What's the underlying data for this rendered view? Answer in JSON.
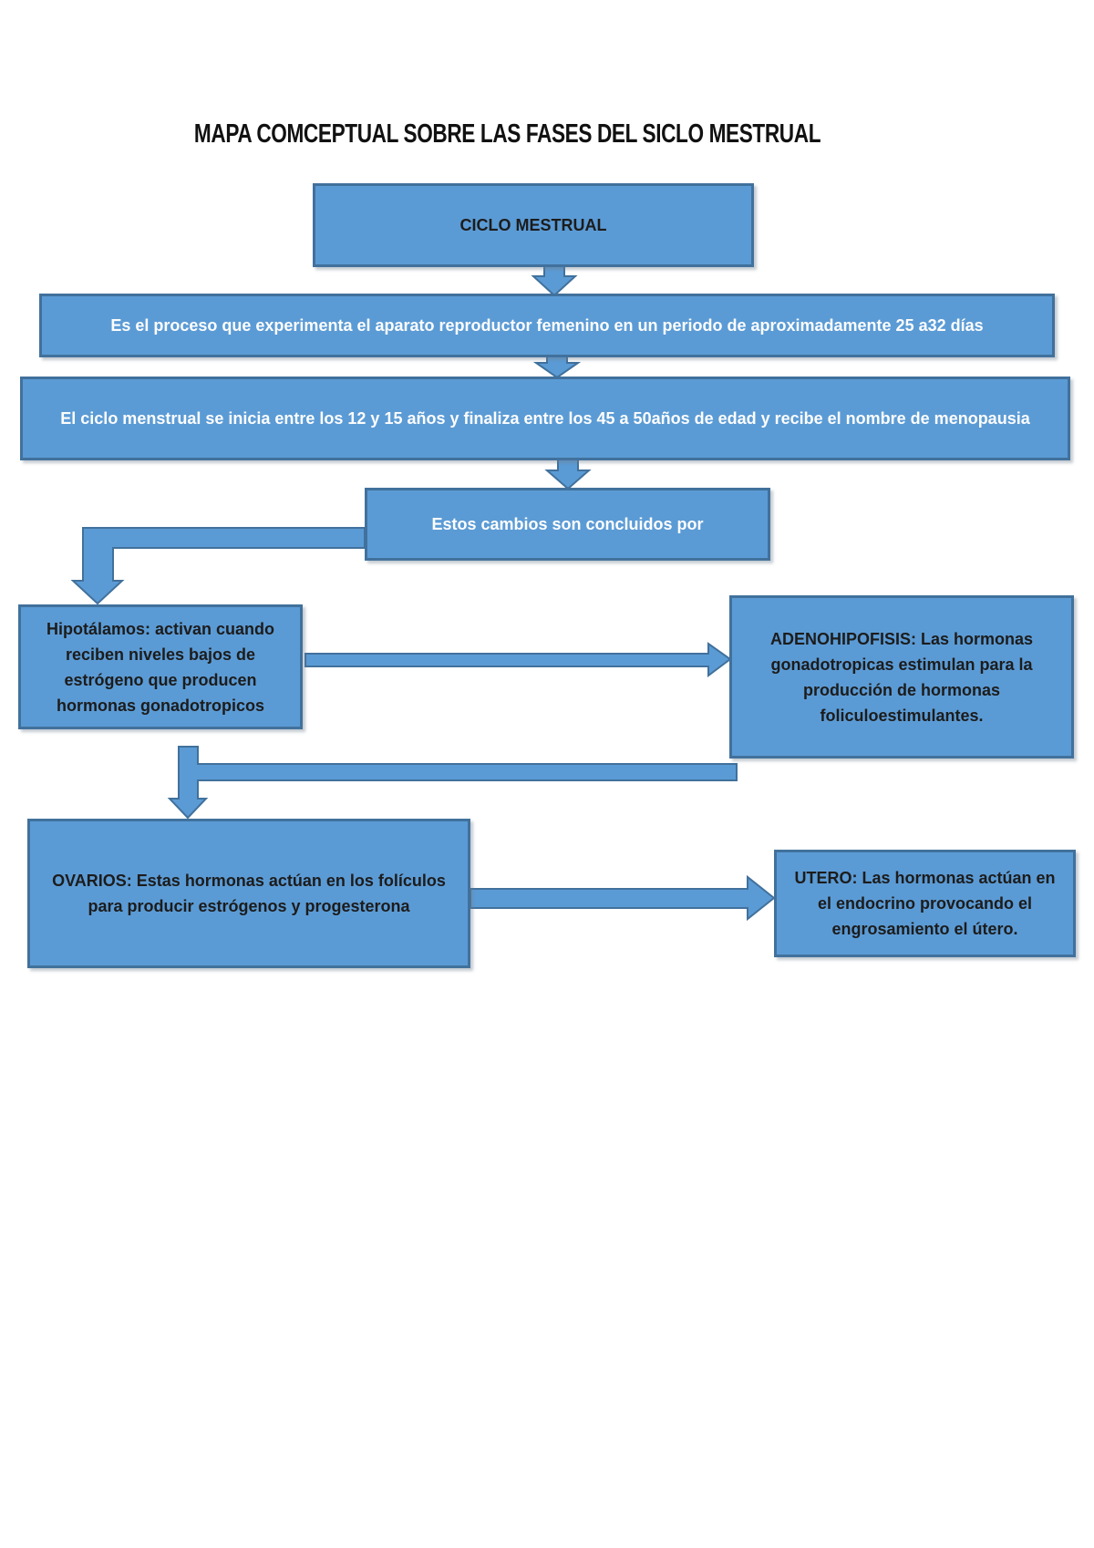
{
  "title": "MAPA COMCEPTUAL SOBRE LAS FASES DEL SICLO MESTRUAL",
  "colors": {
    "box_fill": "#5b9bd5",
    "box_border": "#41719c",
    "text_dark": "#1c1c1c",
    "text_light": "#ffffff",
    "background": "#ffffff"
  },
  "nodes": {
    "ciclo": {
      "label": "CICLO MESTRUAL"
    },
    "proceso": {
      "label": "Es el proceso que experimenta el aparato reproductor femenino en un periodo de aproximadamente 25 a32 días"
    },
    "inicio": {
      "label": "El ciclo menstrual se inicia entre los 12 y 15 años y finaliza entre los 45 a 50años de edad y recibe el nombre de menopausia"
    },
    "cambios": {
      "label": "Estos cambios son concluidos por"
    },
    "hipotalamo": {
      "lines": [
        "Hipotálamos:  activan cuando",
        "reciben niveles bajos de",
        "estrógeno que producen",
        "hormonas gonadotropicos"
      ]
    },
    "adenohipofisis": {
      "lines": [
        "ADENOHIPOFISIS: Las hormonas",
        "gonadotropicas estimulan para la",
        "producción de hormonas",
        "foliculoestimulantes."
      ]
    },
    "ovarios": {
      "lines": [
        "OVARIOS: Estas hormonas actúan en los folículos",
        "para producir estrógenos y progesterona"
      ]
    },
    "utero": {
      "lines": [
        "UTERO: Las hormonas actúan en",
        "el endocrino provocando el",
        "engrosamiento el útero."
      ]
    }
  }
}
